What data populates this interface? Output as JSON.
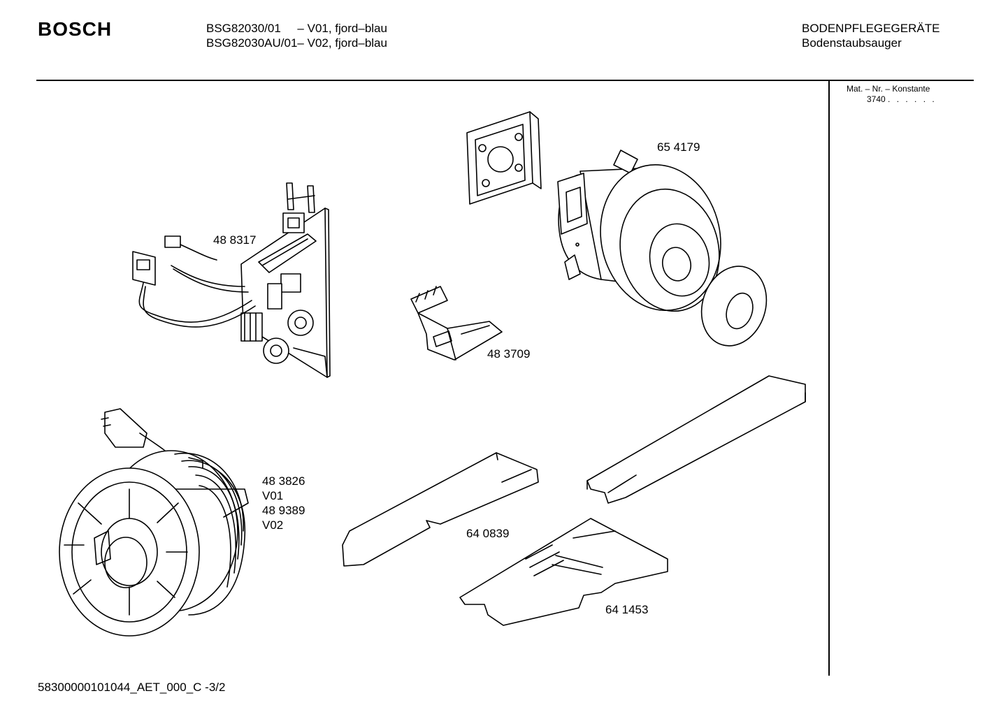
{
  "header": {
    "brand": "BOSCH",
    "models": [
      {
        "code": "BSG82030/01",
        "sep": "     – ",
        "variant": "V01, fjord–blau"
      },
      {
        "code": "BSG82030AU/01",
        "sep": "– ",
        "variant": "V02, fjord–blau"
      }
    ],
    "category_title": "BODENPFLEGEGERÄTE",
    "category_subtitle": "Bodenstaubsauger"
  },
  "sidebar": {
    "mat_label": "Mat. – Nr. – Konstante",
    "mat_value": "3740",
    "mat_dots": ". .  . . . ."
  },
  "parts": [
    {
      "id": "circuit-board",
      "lines": [
        "48 8317"
      ]
    },
    {
      "id": "motor",
      "lines": [
        "65 4179"
      ]
    },
    {
      "id": "connector",
      "lines": [
        "48 3709"
      ]
    },
    {
      "id": "cable-reel",
      "lines": [
        "48 3826",
        "V01",
        "48 9389",
        "V02"
      ]
    },
    {
      "id": "filter-strip",
      "lines": [
        "64 0839"
      ]
    },
    {
      "id": "filter-plate",
      "lines": [
        "64 1453"
      ]
    }
  ],
  "footer": {
    "doc_code": "58300000101044_AET_000_C  -3/2"
  }
}
